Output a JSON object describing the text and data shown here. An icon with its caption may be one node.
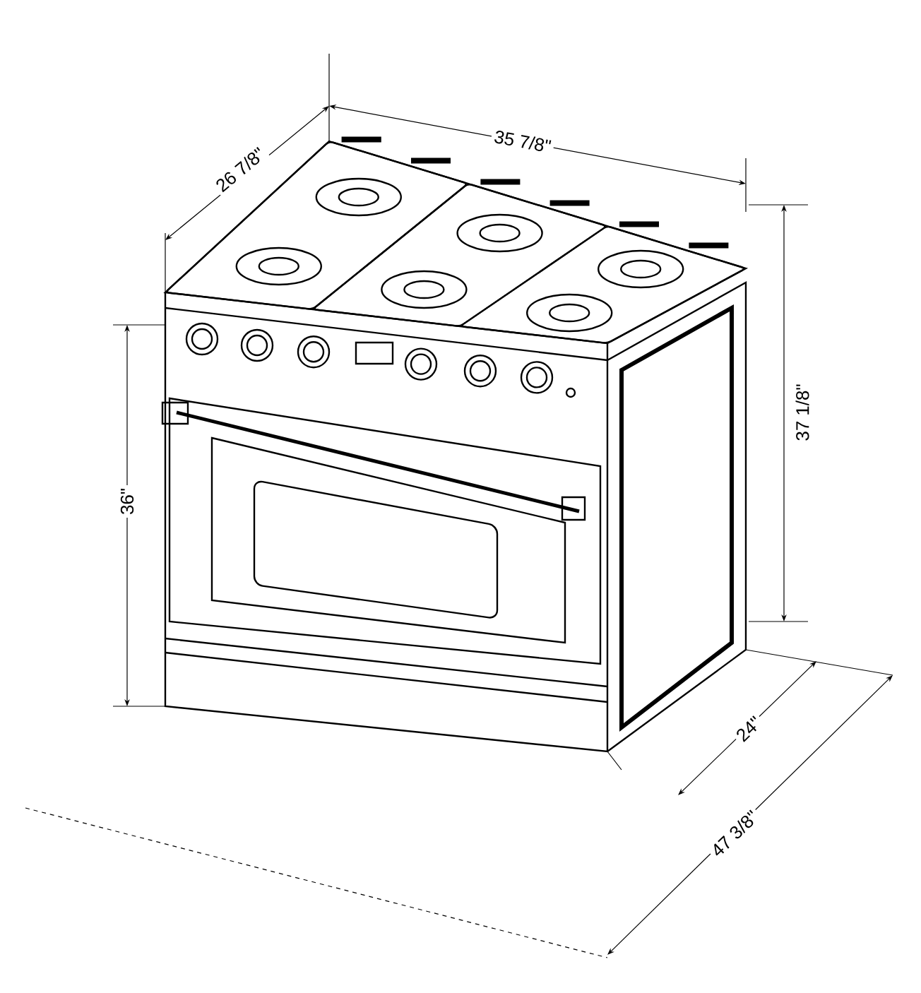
{
  "diagram": {
    "labels": [
      "26 7/8\"",
      "35 7/8\"",
      "37 1/8\"",
      "36\"",
      "24\"",
      "47 3/8\""
    ]
  }
}
